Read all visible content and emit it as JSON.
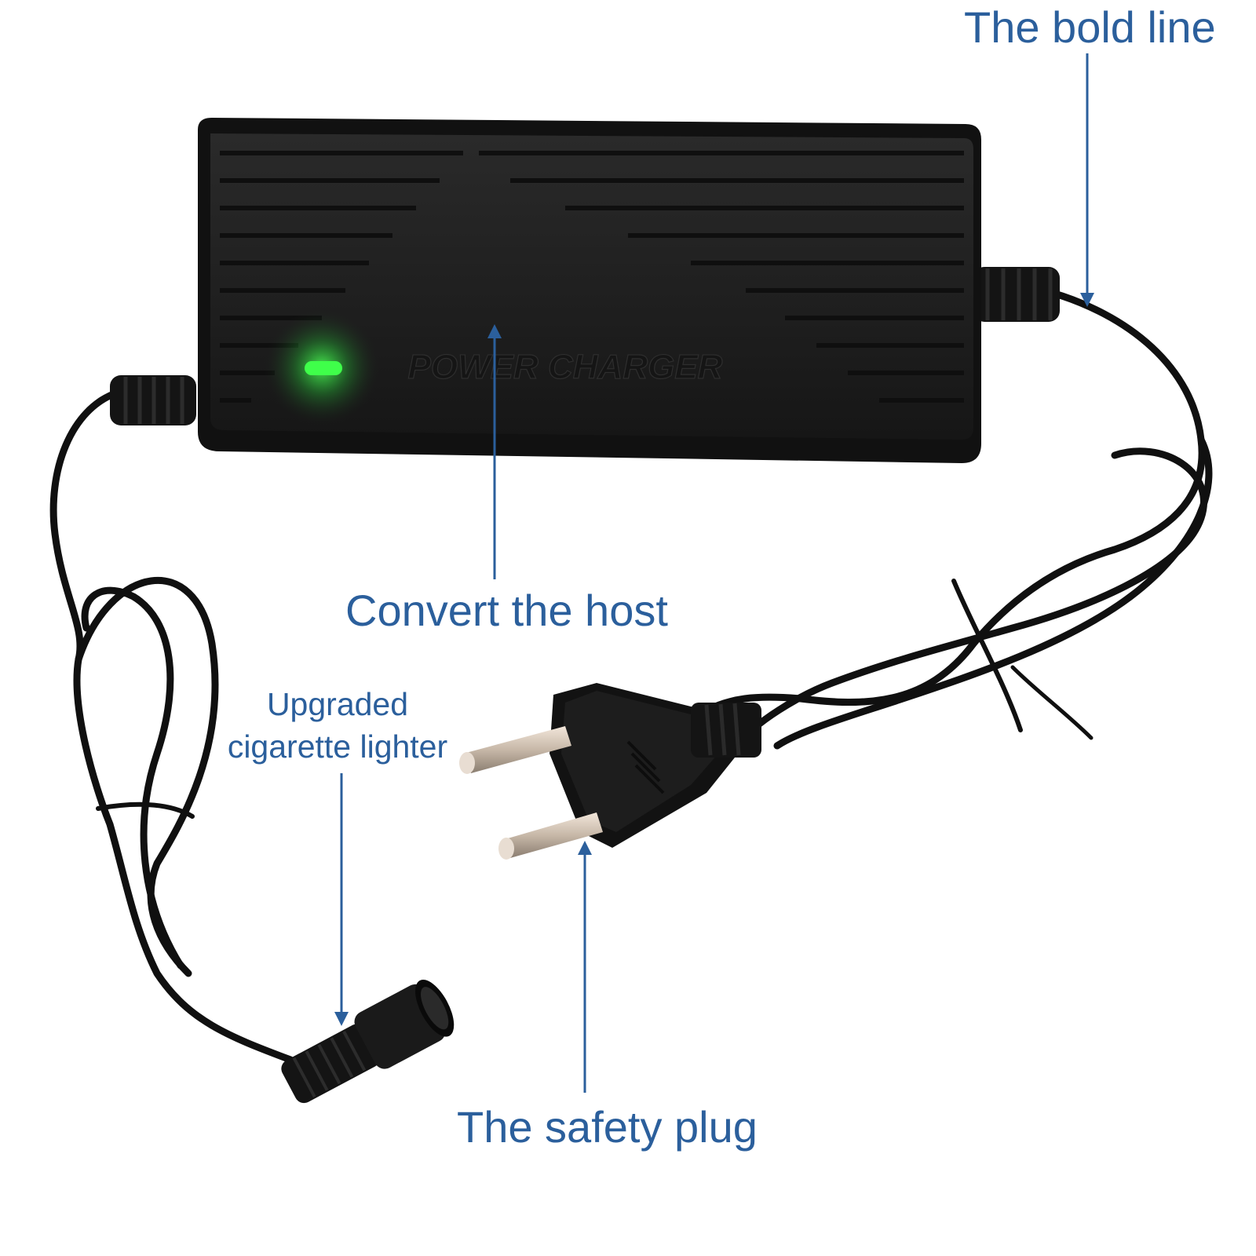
{
  "colors": {
    "label": "#2b5f9c",
    "arrow": "#2b5f9c",
    "charger_body": "#1c1c1c",
    "cable": "#101010",
    "led": "#3fff4a",
    "pin": "#d8d8d8"
  },
  "product": {
    "embossed_text": "POWER CHARGER",
    "led_state": "on",
    "icons": [
      "charger-body-icon",
      "status-led-icon",
      "eu-plug-icon",
      "cigarette-socket-icon",
      "cable-icon"
    ]
  },
  "callouts": {
    "bold_line": "The bold line",
    "convert_host": "Convert the host",
    "cigarette_line1": "Upgraded",
    "cigarette_line2": "cigarette lighter",
    "safety_plug": "The safety plug"
  }
}
